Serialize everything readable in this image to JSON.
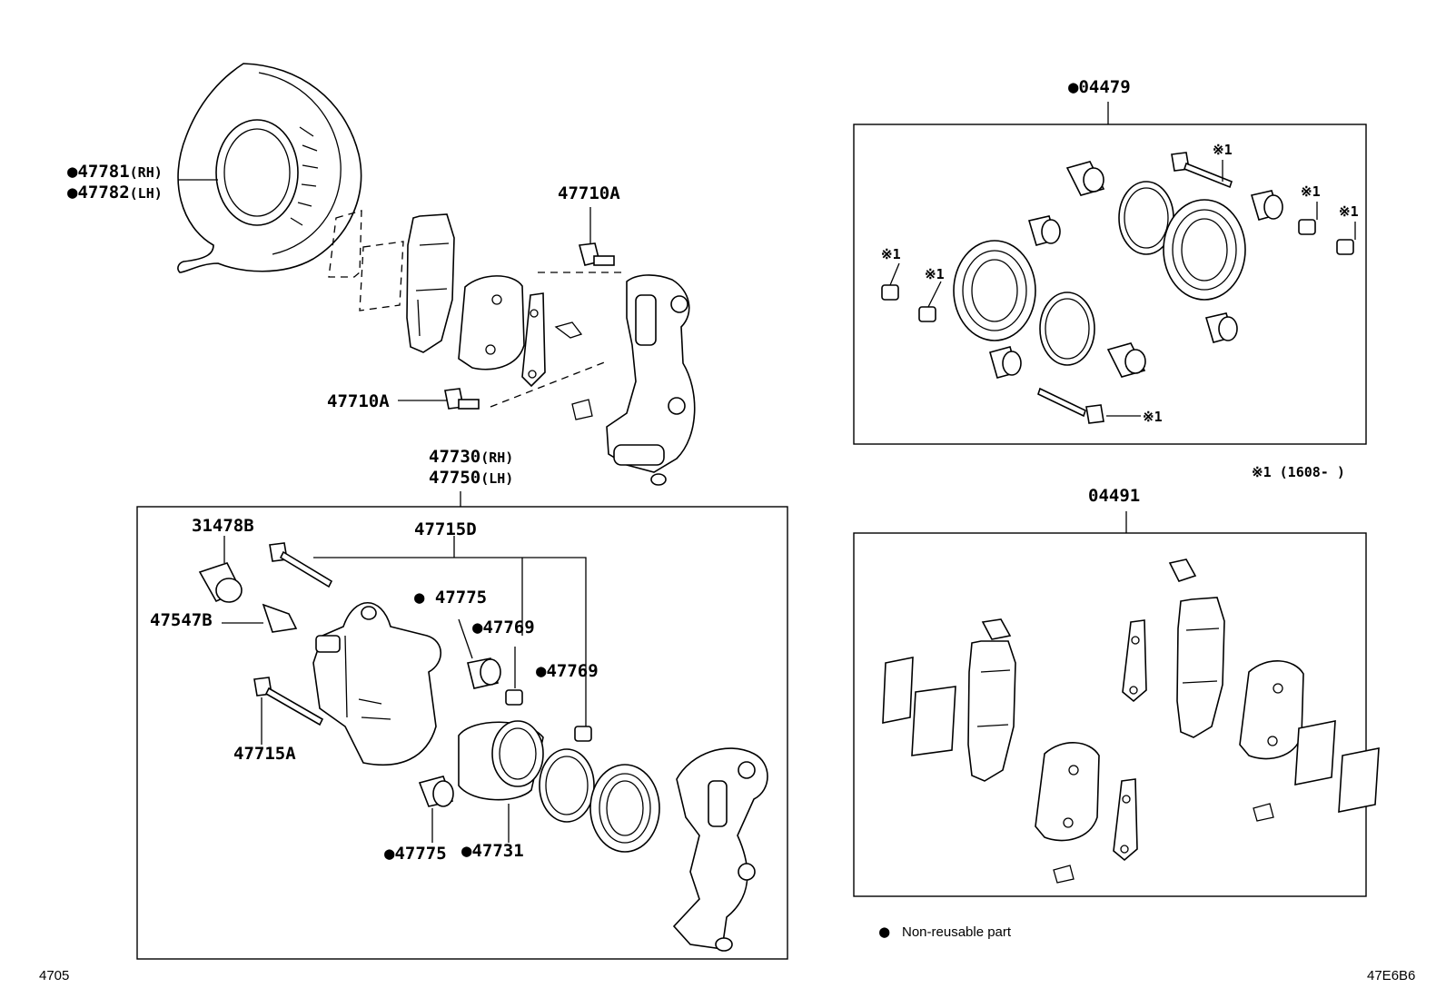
{
  "diagram": {
    "parts": {
      "shield_rh": "●47781",
      "shield_rh_side": "(RH)",
      "shield_lh": "●47782",
      "shield_lh_side": "(LH)",
      "bolt_top": "47710A",
      "bolt_mid": "47710A",
      "caliper_rh": "47730",
      "caliper_rh_side": "(RH)",
      "caliper_lh": "47750",
      "caliper_lh_side": "(LH)",
      "bushing": "31478B",
      "slide_pin_set": "47715D",
      "bleeder": "47547B",
      "boot_upper": "● 47775",
      "boot_lower": "●47775",
      "bush_a": "●47769",
      "bush_b": "●47769",
      "guide_bolt": "47715A",
      "piston": "●47731",
      "kit_seal": "●04479",
      "kit_pad": "04491",
      "mark": "※1",
      "mark_note": "※1 (1608-      )"
    },
    "legend": {
      "dot": "●",
      "text": "Non-reusable part"
    },
    "footer": {
      "left_code": "4705",
      "right_code": "47E6B6"
    }
  }
}
